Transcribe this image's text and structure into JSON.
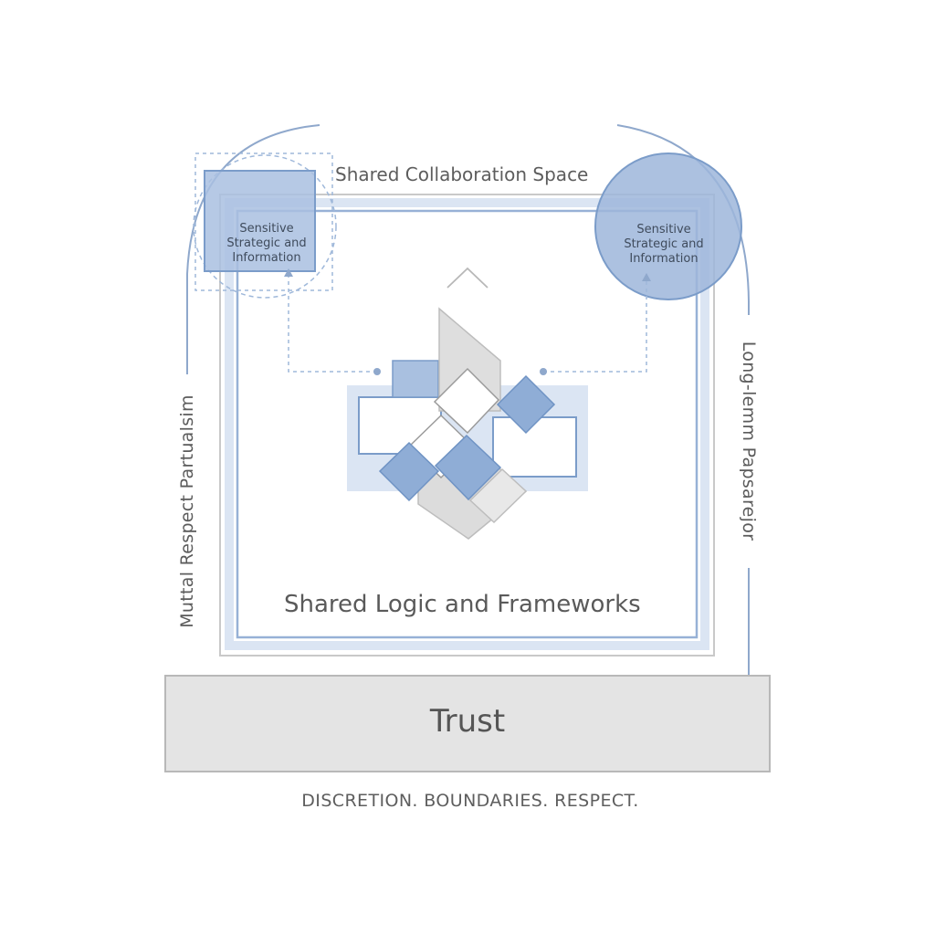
{
  "diagram": {
    "top_label": "Shared Collaboration Space",
    "center_label": "Shared Logic and Frameworks",
    "left_node": {
      "lines": [
        "Sensitive",
        "Strategic and",
        "Information"
      ]
    },
    "right_node": {
      "lines": [
        "Sensitive",
        "Strategic and",
        "Information"
      ]
    },
    "left_side_label": "Muttal Respect Partualsim",
    "right_side_label": "Long-lemm Papsarejor",
    "foundation_label": "Trust",
    "bottom_caption": "DISCRETION. BOUNDARIES. RESPECT.",
    "colors": {
      "accent_blue": "#7b9cc9",
      "line_blue": "#8fa8cc",
      "light_blue": "#dbe5f3",
      "gray_fill": "#e4e4e4",
      "gray_line": "#b8b8b8",
      "text": "#555555"
    }
  }
}
